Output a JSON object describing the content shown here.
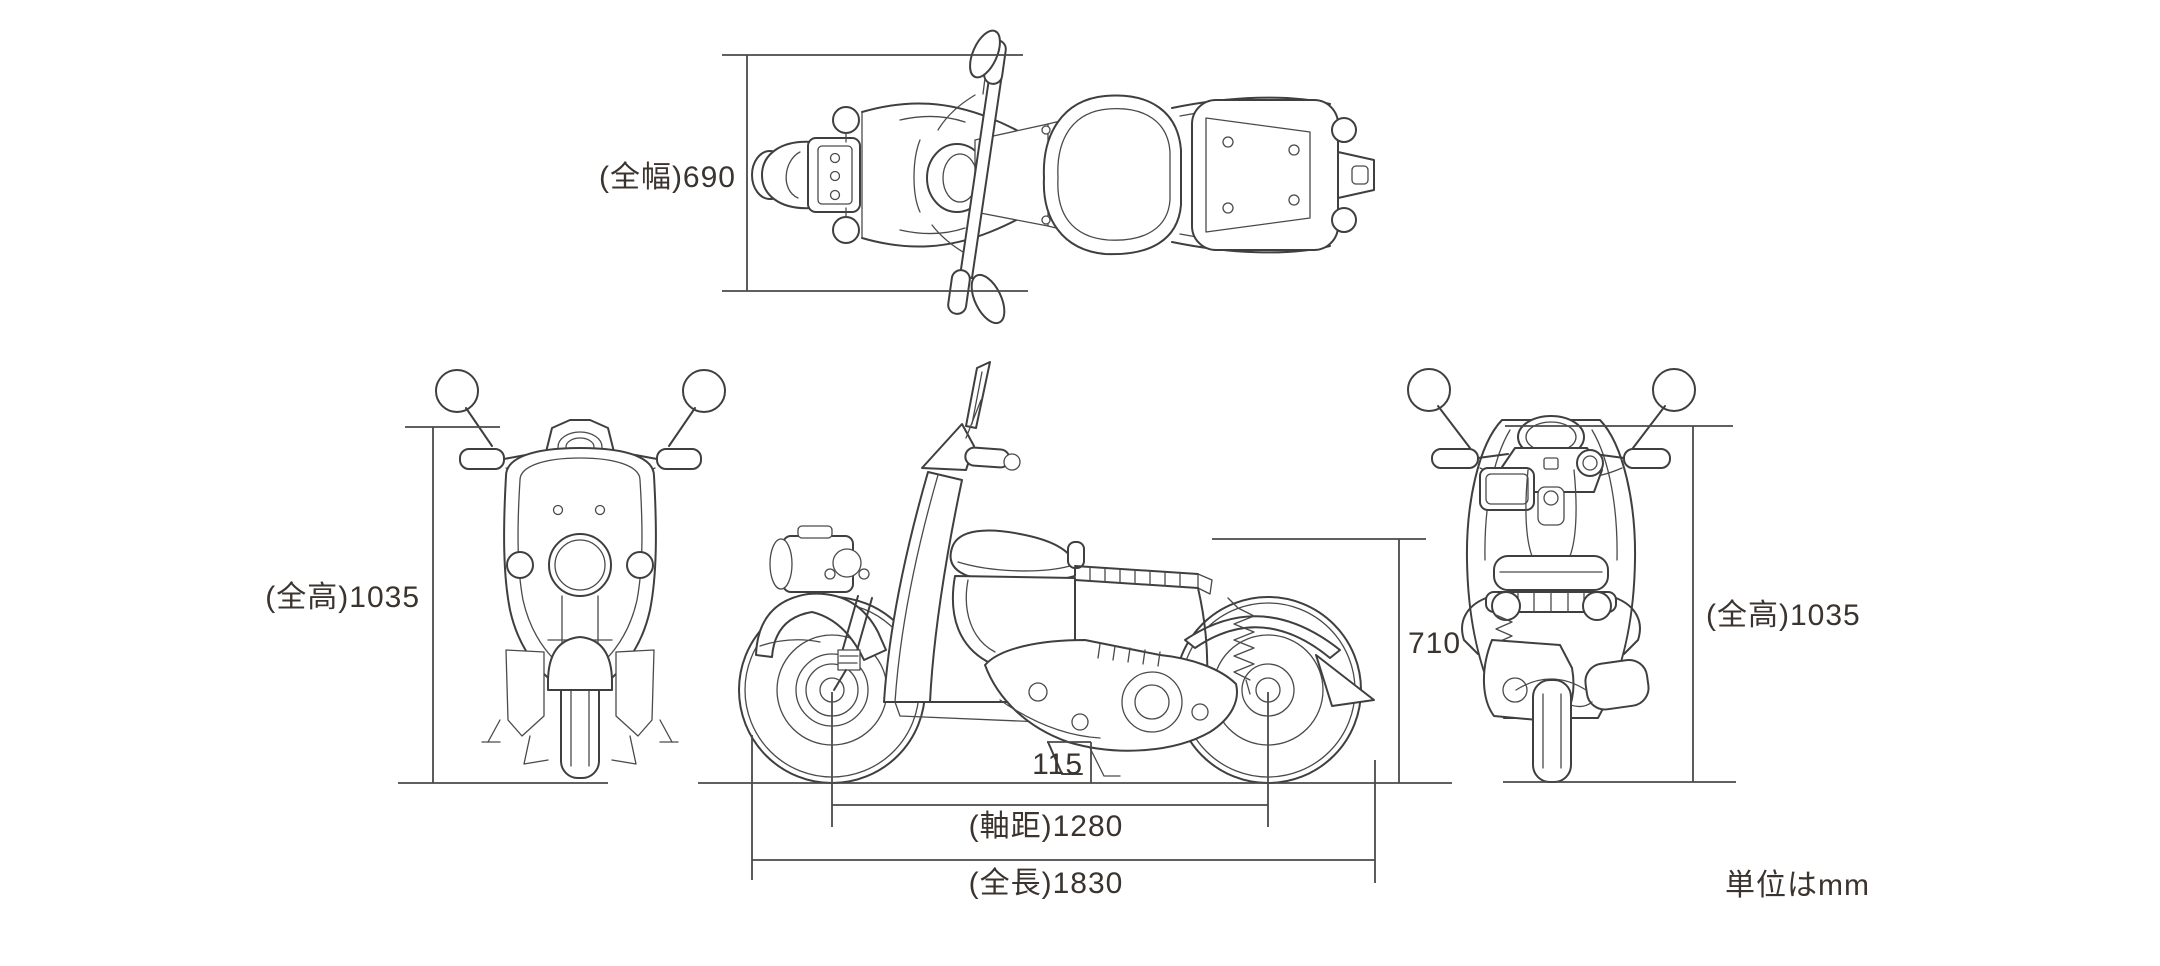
{
  "page": {
    "background": "#ffffff",
    "line_color": "#3f3f3f",
    "dim_line_color": "#4a4a4a",
    "text_color": "#3a332e"
  },
  "diagram": {
    "unit_note": "単位はmm",
    "dimensions": {
      "overall_width": {
        "label": "(全幅)690",
        "value_mm": 690
      },
      "overall_height_front": {
        "label": "(全高)1035",
        "value_mm": 1035
      },
      "overall_height_rear": {
        "label": "(全高)1035",
        "value_mm": 1035
      },
      "seat_height": {
        "label": "710",
        "value_mm": 710
      },
      "ground_clearance": {
        "label": "115",
        "value_mm": 115
      },
      "wheelbase": {
        "label": "(軸距)1280",
        "value_mm": 1280
      },
      "overall_length": {
        "label": "(全長)1830",
        "value_mm": 1830
      }
    }
  }
}
